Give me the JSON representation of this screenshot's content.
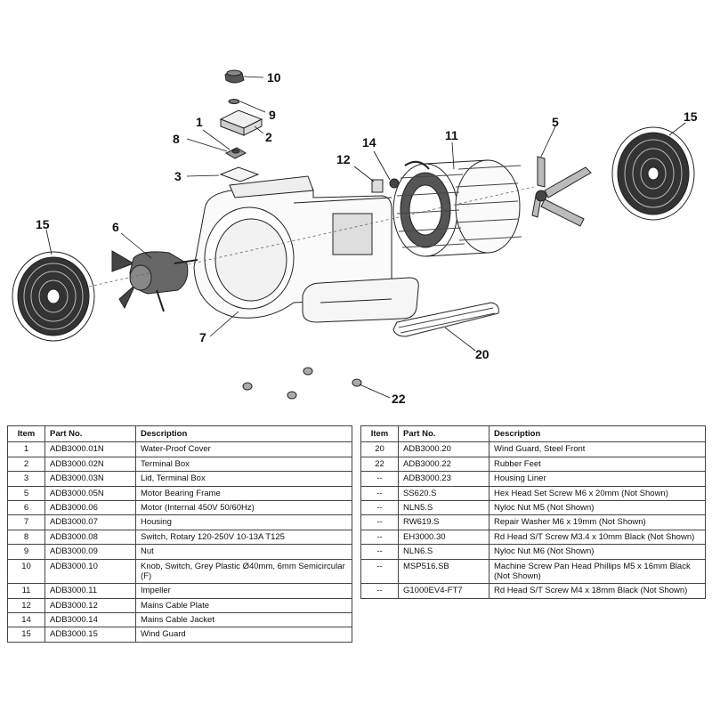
{
  "callouts": {
    "c1": "1",
    "c2": "2",
    "c3": "3",
    "c5": "5",
    "c6": "6",
    "c7": "7",
    "c8": "8",
    "c9": "9",
    "c10": "10",
    "c11": "11",
    "c12": "12",
    "c14": "14",
    "c15a": "15",
    "c15b": "15",
    "c20": "20",
    "c22": "22"
  },
  "table_headers": {
    "item": "Item",
    "part_no": "Part No.",
    "description": "Description"
  },
  "parts_left": [
    {
      "item": "1",
      "part_no": "ADB3000.01N",
      "description": "Water-Proof Cover"
    },
    {
      "item": "2",
      "part_no": "ADB3000.02N",
      "description": "Terminal Box"
    },
    {
      "item": "3",
      "part_no": "ADB3000.03N",
      "description": "Lid, Terminal Box"
    },
    {
      "item": "5",
      "part_no": "ADB3000.05N",
      "description": "Motor Bearing Frame"
    },
    {
      "item": "6",
      "part_no": "ADB3000.06",
      "description": "Motor (Internal 450V 50/60Hz)"
    },
    {
      "item": "7",
      "part_no": "ADB3000.07",
      "description": "Housing"
    },
    {
      "item": "8",
      "part_no": "ADB3000.08",
      "description": "Switch, Rotary 120-250V 10-13A T125"
    },
    {
      "item": "9",
      "part_no": "ADB3000.09",
      "description": "Nut"
    },
    {
      "item": "10",
      "part_no": "ADB3000.10",
      "description": "Knob, Switch, Grey Plastic Ø40mm, 6mm Semicircular (F)"
    },
    {
      "item": "11",
      "part_no": "ADB3000.11",
      "description": "Impeller"
    },
    {
      "item": "12",
      "part_no": "ADB3000.12",
      "description": "Mains Cable Plate"
    },
    {
      "item": "14",
      "part_no": "ADB3000.14",
      "description": "Mains Cable Jacket"
    },
    {
      "item": "15",
      "part_no": "ADB3000.15",
      "description": "Wind Guard"
    }
  ],
  "parts_right": [
    {
      "item": "20",
      "part_no": "ADB3000.20",
      "description": "Wind Guard, Steel Front"
    },
    {
      "item": "22",
      "part_no": "ADB3000.22",
      "description": "Rubber Feet"
    },
    {
      "item": "--",
      "part_no": "ADB3000.23",
      "description": "Housing Liner"
    },
    {
      "item": "--",
      "part_no": "SS620.S",
      "description": "Hex Head Set Screw M6 x 20mm (Not Shown)"
    },
    {
      "item": "--",
      "part_no": "NLN5.S",
      "description": "Nyloc Nut M5 (Not Shown)"
    },
    {
      "item": "--",
      "part_no": "RW619.S",
      "description": "Repair Washer M6 x 19mm (Not Shown)"
    },
    {
      "item": "--",
      "part_no": "EH3000.30",
      "description": "Rd Head S/T Screw M3.4 x 10mm Black (Not Shown)"
    },
    {
      "item": "--",
      "part_no": "NLN6.S",
      "description": "Nyloc Nut M6 (Not Shown)"
    },
    {
      "item": "--",
      "part_no": "MSP516.SB",
      "description": "Machine Screw Pan Head Phillips M5 x 16mm Black (Not Shown)"
    },
    {
      "item": "--",
      "part_no": "G1000EV4-FT7",
      "description": "Rd Head S/T Screw M4 x 18mm Black (Not Shown)"
    }
  ]
}
